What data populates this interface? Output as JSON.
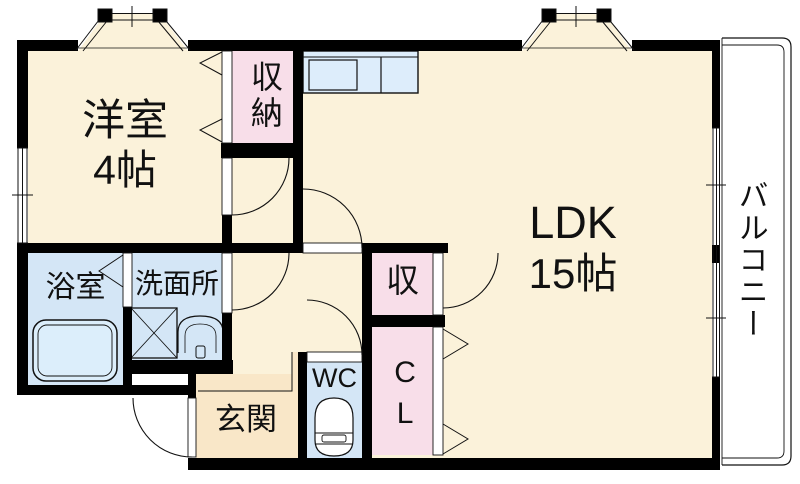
{
  "plan": {
    "labels": {
      "western_room_name": "洋室",
      "western_room_size": "4帖",
      "closet_large": "収納",
      "ldk_name": "LDK",
      "ldk_size": "15帖",
      "balcony": "バルコニー",
      "bathroom": "浴室",
      "washroom": "洗面所",
      "storage": "収",
      "closet": "CL",
      "toilet": "WC",
      "entrance": "玄関"
    },
    "colors": {
      "wall": "#000000",
      "room_cream": "#FBF2DA",
      "entrance_beige": "#F9E7C8",
      "closet_pink": "#F8DEE9",
      "wet_area_blue": "#D4E6F6",
      "kitchen_blue": "#DDEDFB",
      "bathtub_blue": "#DCEEFB",
      "door_white": "#FFFFFF",
      "line": "#111111"
    }
  }
}
